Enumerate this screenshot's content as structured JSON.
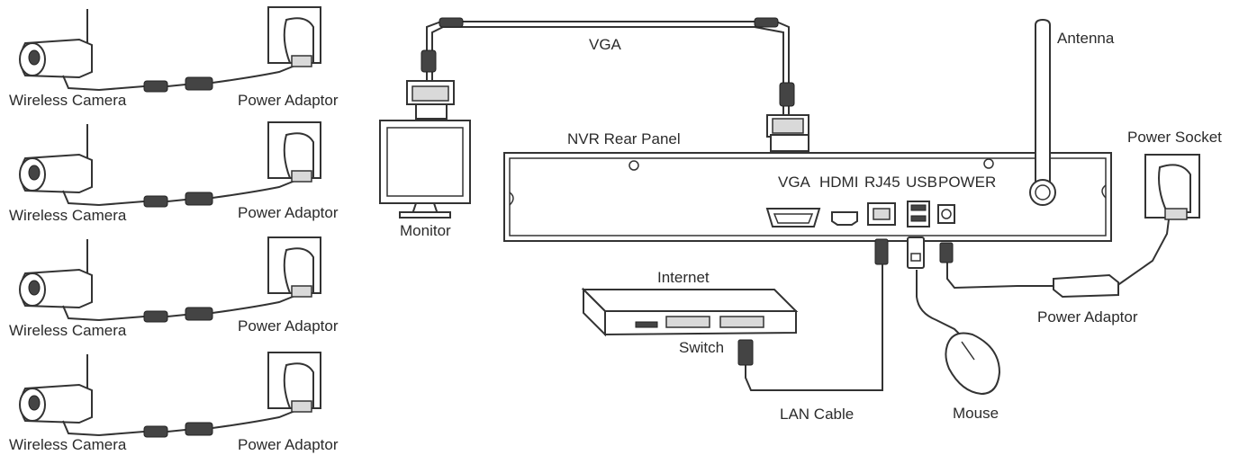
{
  "cameras": [
    {
      "camera_label": "Wireless Camera",
      "adaptor_label": "Power Adaptor"
    },
    {
      "camera_label": "Wireless Camera",
      "adaptor_label": "Power Adaptor"
    },
    {
      "camera_label": "Wireless Camera",
      "adaptor_label": "Power Adaptor"
    },
    {
      "camera_label": "Wireless Camera",
      "adaptor_label": "Power Adaptor"
    }
  ],
  "labels": {
    "vga_cable": "VGA",
    "monitor": "Monitor",
    "nvr_rear_panel": "NVR Rear Panel",
    "antenna": "Antenna",
    "power_socket": "Power Socket",
    "power_adaptor": "Power Adaptor",
    "internet": "Internet",
    "switch": "Switch",
    "lan_cable": "LAN Cable",
    "mouse": "Mouse"
  },
  "ports": [
    "VGA",
    "HDMI",
    "RJ45",
    "USB",
    "POWER"
  ]
}
